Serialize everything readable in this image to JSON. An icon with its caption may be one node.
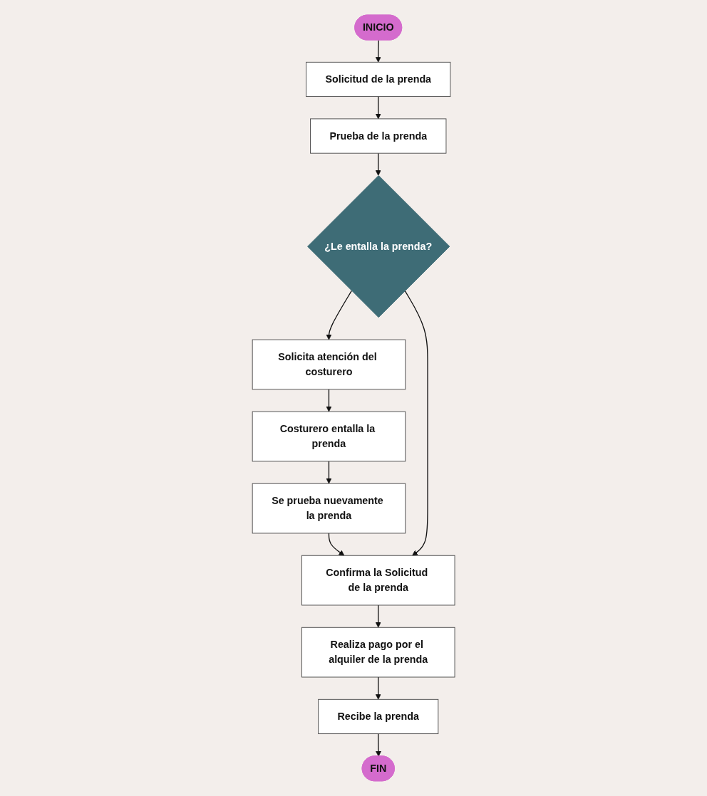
{
  "diagram": {
    "nodes": [
      {
        "text": [
          "INICIO"
        ]
      },
      {
        "text": [
          "Solicitud de la prenda"
        ]
      },
      {
        "text": [
          "Prueba de la prenda"
        ]
      },
      {
        "text": [
          "¿Le entalla la prenda?"
        ]
      },
      {
        "text": [
          "Solicita atención del costurero"
        ]
      },
      {
        "text": [
          "Costurero entalla la prenda"
        ]
      },
      {
        "text": [
          "Se prueba nuevamente la prenda"
        ]
      },
      {
        "text": [
          "Confirma la Solicitud de la prenda"
        ]
      },
      {
        "text": [
          "Realiza pago por el alquiler de la prenda"
        ]
      },
      {
        "text": [
          "Recibe la prenda"
        ]
      },
      {
        "text": [
          "FIN"
        ]
      }
    ],
    "edges": [
      {
        "from": 0,
        "to": 1,
        "arrow": "to"
      },
      {
        "from": 1,
        "to": 2,
        "arrow": "to"
      },
      {
        "from": 2,
        "to": 3,
        "arrow": "to"
      },
      {
        "from": 3,
        "to": 4,
        "arrow": "to"
      },
      {
        "from": 4,
        "to": 5,
        "arrow": "to"
      },
      {
        "from": 5,
        "to": 6,
        "arrow": "to"
      },
      {
        "from": 6,
        "to": 7,
        "arrow": "to"
      },
      {
        "from": 3,
        "to": 7,
        "arrow": "to"
      },
      {
        "from": 7,
        "to": 8,
        "arrow": "to"
      },
      {
        "from": 8,
        "to": 9,
        "arrow": "to"
      },
      {
        "from": 9,
        "to": 10,
        "arrow": "to"
      }
    ]
  }
}
